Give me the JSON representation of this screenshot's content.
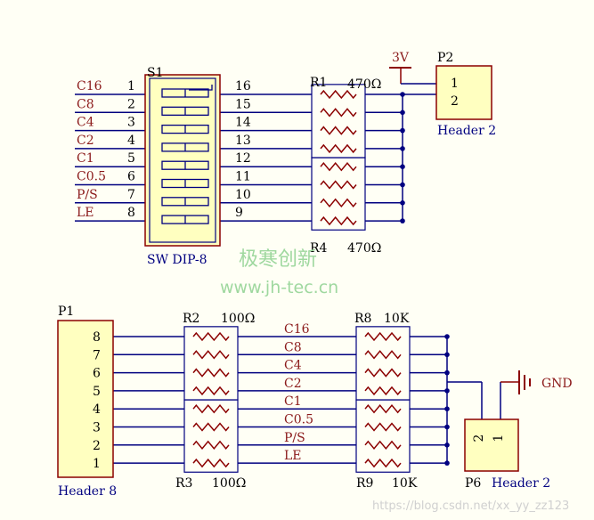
{
  "top_nets": [
    "C16",
    "C8",
    "C4",
    "C2",
    "C1",
    "C0.5",
    "P/S",
    "LE"
  ],
  "bottom_nets": [
    "C16",
    "C8",
    "C4",
    "C2",
    "C1",
    "C0.5",
    "P/S",
    "LE"
  ],
  "s1": {
    "designator": "S1",
    "comment": "SW DIP-8",
    "left_pins": [
      "1",
      "2",
      "3",
      "4",
      "5",
      "6",
      "7",
      "8"
    ],
    "right_pins": [
      "16",
      "15",
      "14",
      "13",
      "12",
      "11",
      "10",
      "9"
    ]
  },
  "r1": {
    "designator": "R1",
    "value": "470Ω"
  },
  "r4": {
    "designator": "R4",
    "value": "470Ω"
  },
  "p2": {
    "designator": "P2",
    "comment": "Header 2",
    "pins": [
      "1",
      "2"
    ],
    "power": "3V"
  },
  "p1": {
    "designator": "P1",
    "comment": "Header 8",
    "pins": [
      "8",
      "7",
      "6",
      "5",
      "4",
      "3",
      "2",
      "1"
    ]
  },
  "r2": {
    "designator": "R2",
    "value": "100Ω"
  },
  "r3": {
    "designator": "R3",
    "value": "100Ω"
  },
  "r8": {
    "designator": "R8",
    "value": "10K"
  },
  "r9": {
    "designator": "R9",
    "value": "10K"
  },
  "p6": {
    "designator": "P6",
    "comment": "Header 2",
    "pins": [
      "2",
      "1"
    ],
    "gnd": "GND"
  },
  "watermark": {
    "line1": "极寒创新",
    "line2": "www.jh-tec.cn",
    "footer": "https://blog.csdn.net/xx_yy_zz123"
  },
  "colors": {
    "wire": "#000080",
    "component_fill": "#ffffc0",
    "component_border": "#8b0000",
    "net_label": "#8b1a1a",
    "power": "#8b0000",
    "junction": "#000080"
  }
}
